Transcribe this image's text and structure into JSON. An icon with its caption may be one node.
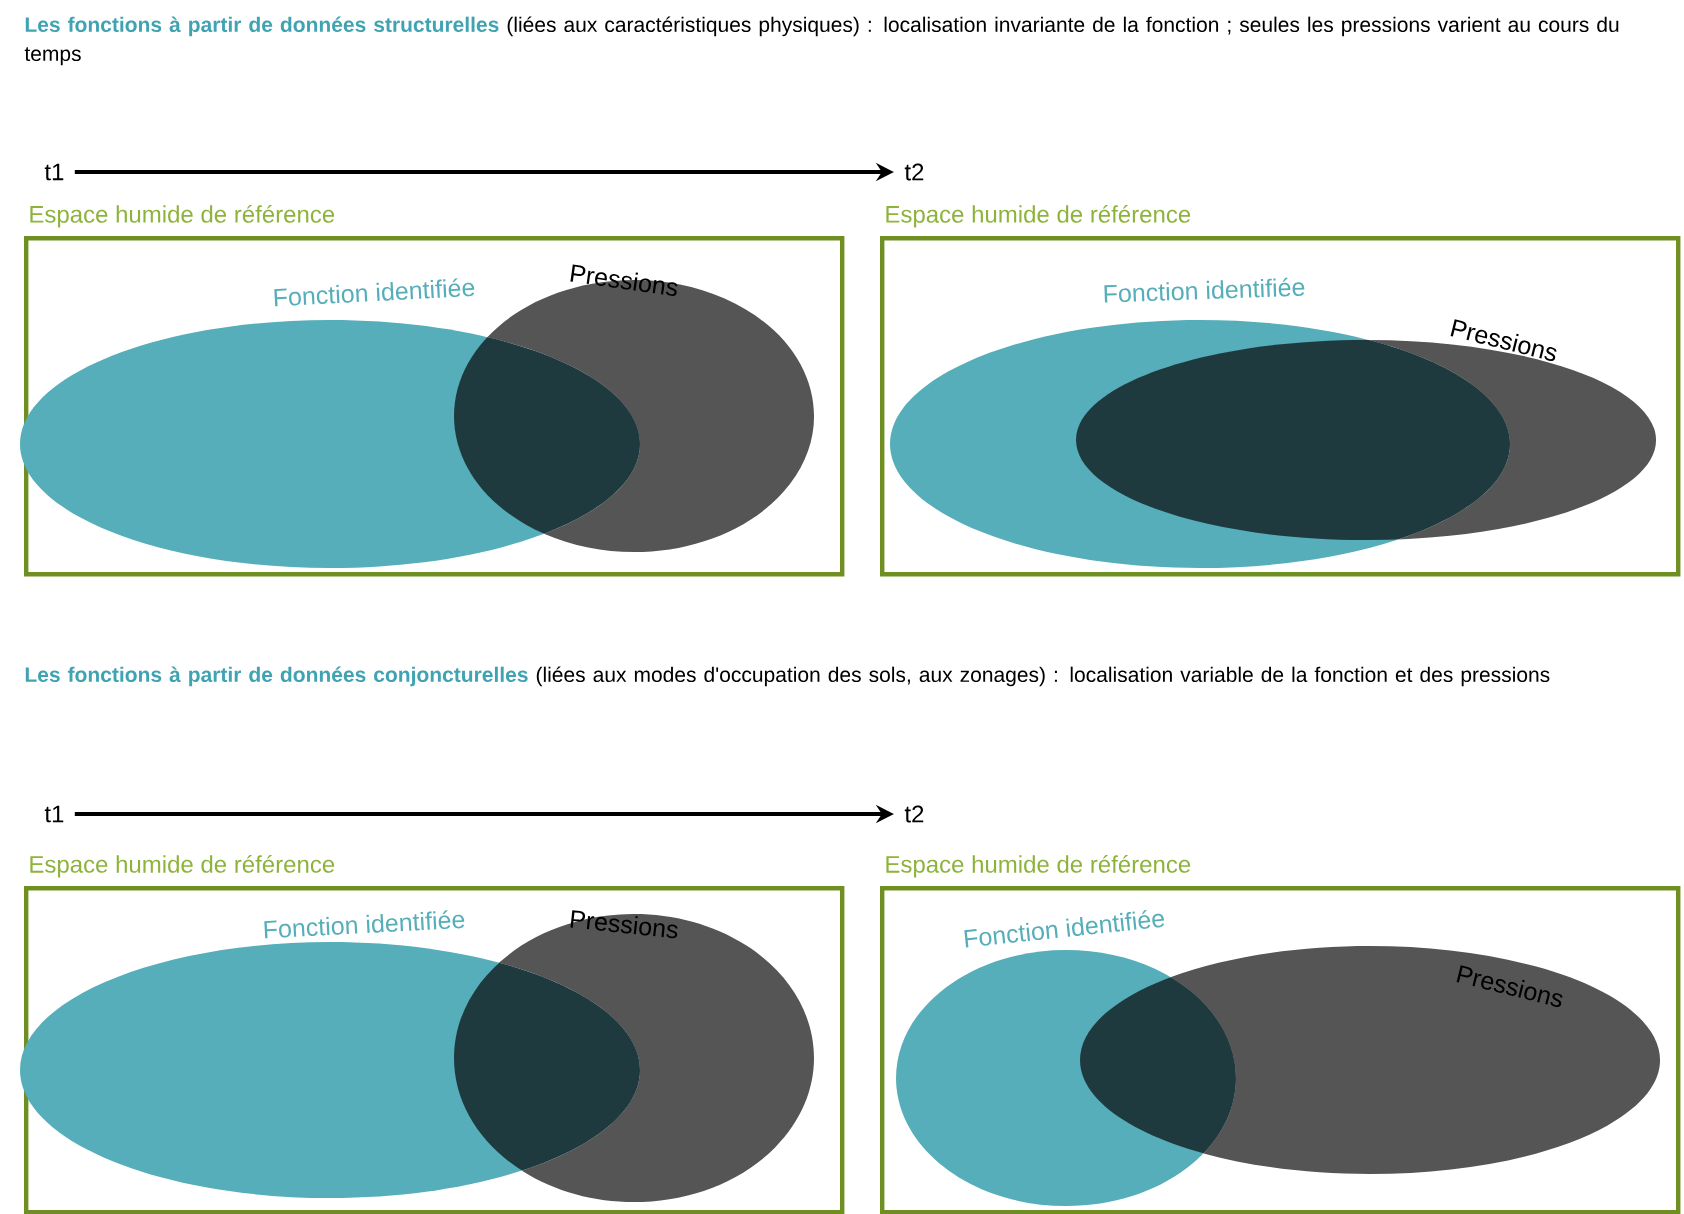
{
  "diagram": {
    "nodes": [
      {
        "text": [
          "t1"
        ]
      },
      {
        "text": [
          "t2"
        ]
      },
      {
        "text": [
          "Espace humide de référence"
        ]
      },
      {
        "text": [
          "Fonction identifiée"
        ],
        "in": 2
      },
      {
        "text": [
          "Pressions"
        ],
        "in": 2
      },
      {
        "text": [
          "Espace humide de référence"
        ]
      },
      {
        "text": [
          "Fonction identifiée"
        ],
        "in": 5
      },
      {
        "text": [
          "Pressions"
        ],
        "in": 5
      },
      {
        "text": [
          "t1"
        ]
      },
      {
        "text": [
          "t2"
        ]
      },
      {
        "text": [
          "Espace humide de référence"
        ]
      },
      {
        "text": [
          "Fonction identifiée"
        ],
        "in": 10
      },
      {
        "text": [
          "Pressions"
        ],
        "in": 10
      },
      {
        "text": [
          "Espace humide de référence"
        ]
      },
      {
        "text": [
          "Fonction identifiée"
        ],
        "in": 13
      },
      {
        "text": [
          "Pressions"
        ],
        "in": 13
      }
    ],
    "edges": [
      {
        "from": 0,
        "to": 1,
        "arrow": "to"
      },
      {
        "from": 8,
        "to": 9,
        "arrow": "to"
      }
    ],
    "labels": [
      "Les fonctions à partir de données structurelles",
      "(liées aux caractéristiques physiques) : localisation invariante de la fonction ; seules les pressions varient au cours du temps",
      "Les fonctions à partir de données conjoncturelles",
      "(liées aux modes d'occupation des sols, aux zonages) : localisation variable de la fonction et des pressions"
    ]
  }
}
